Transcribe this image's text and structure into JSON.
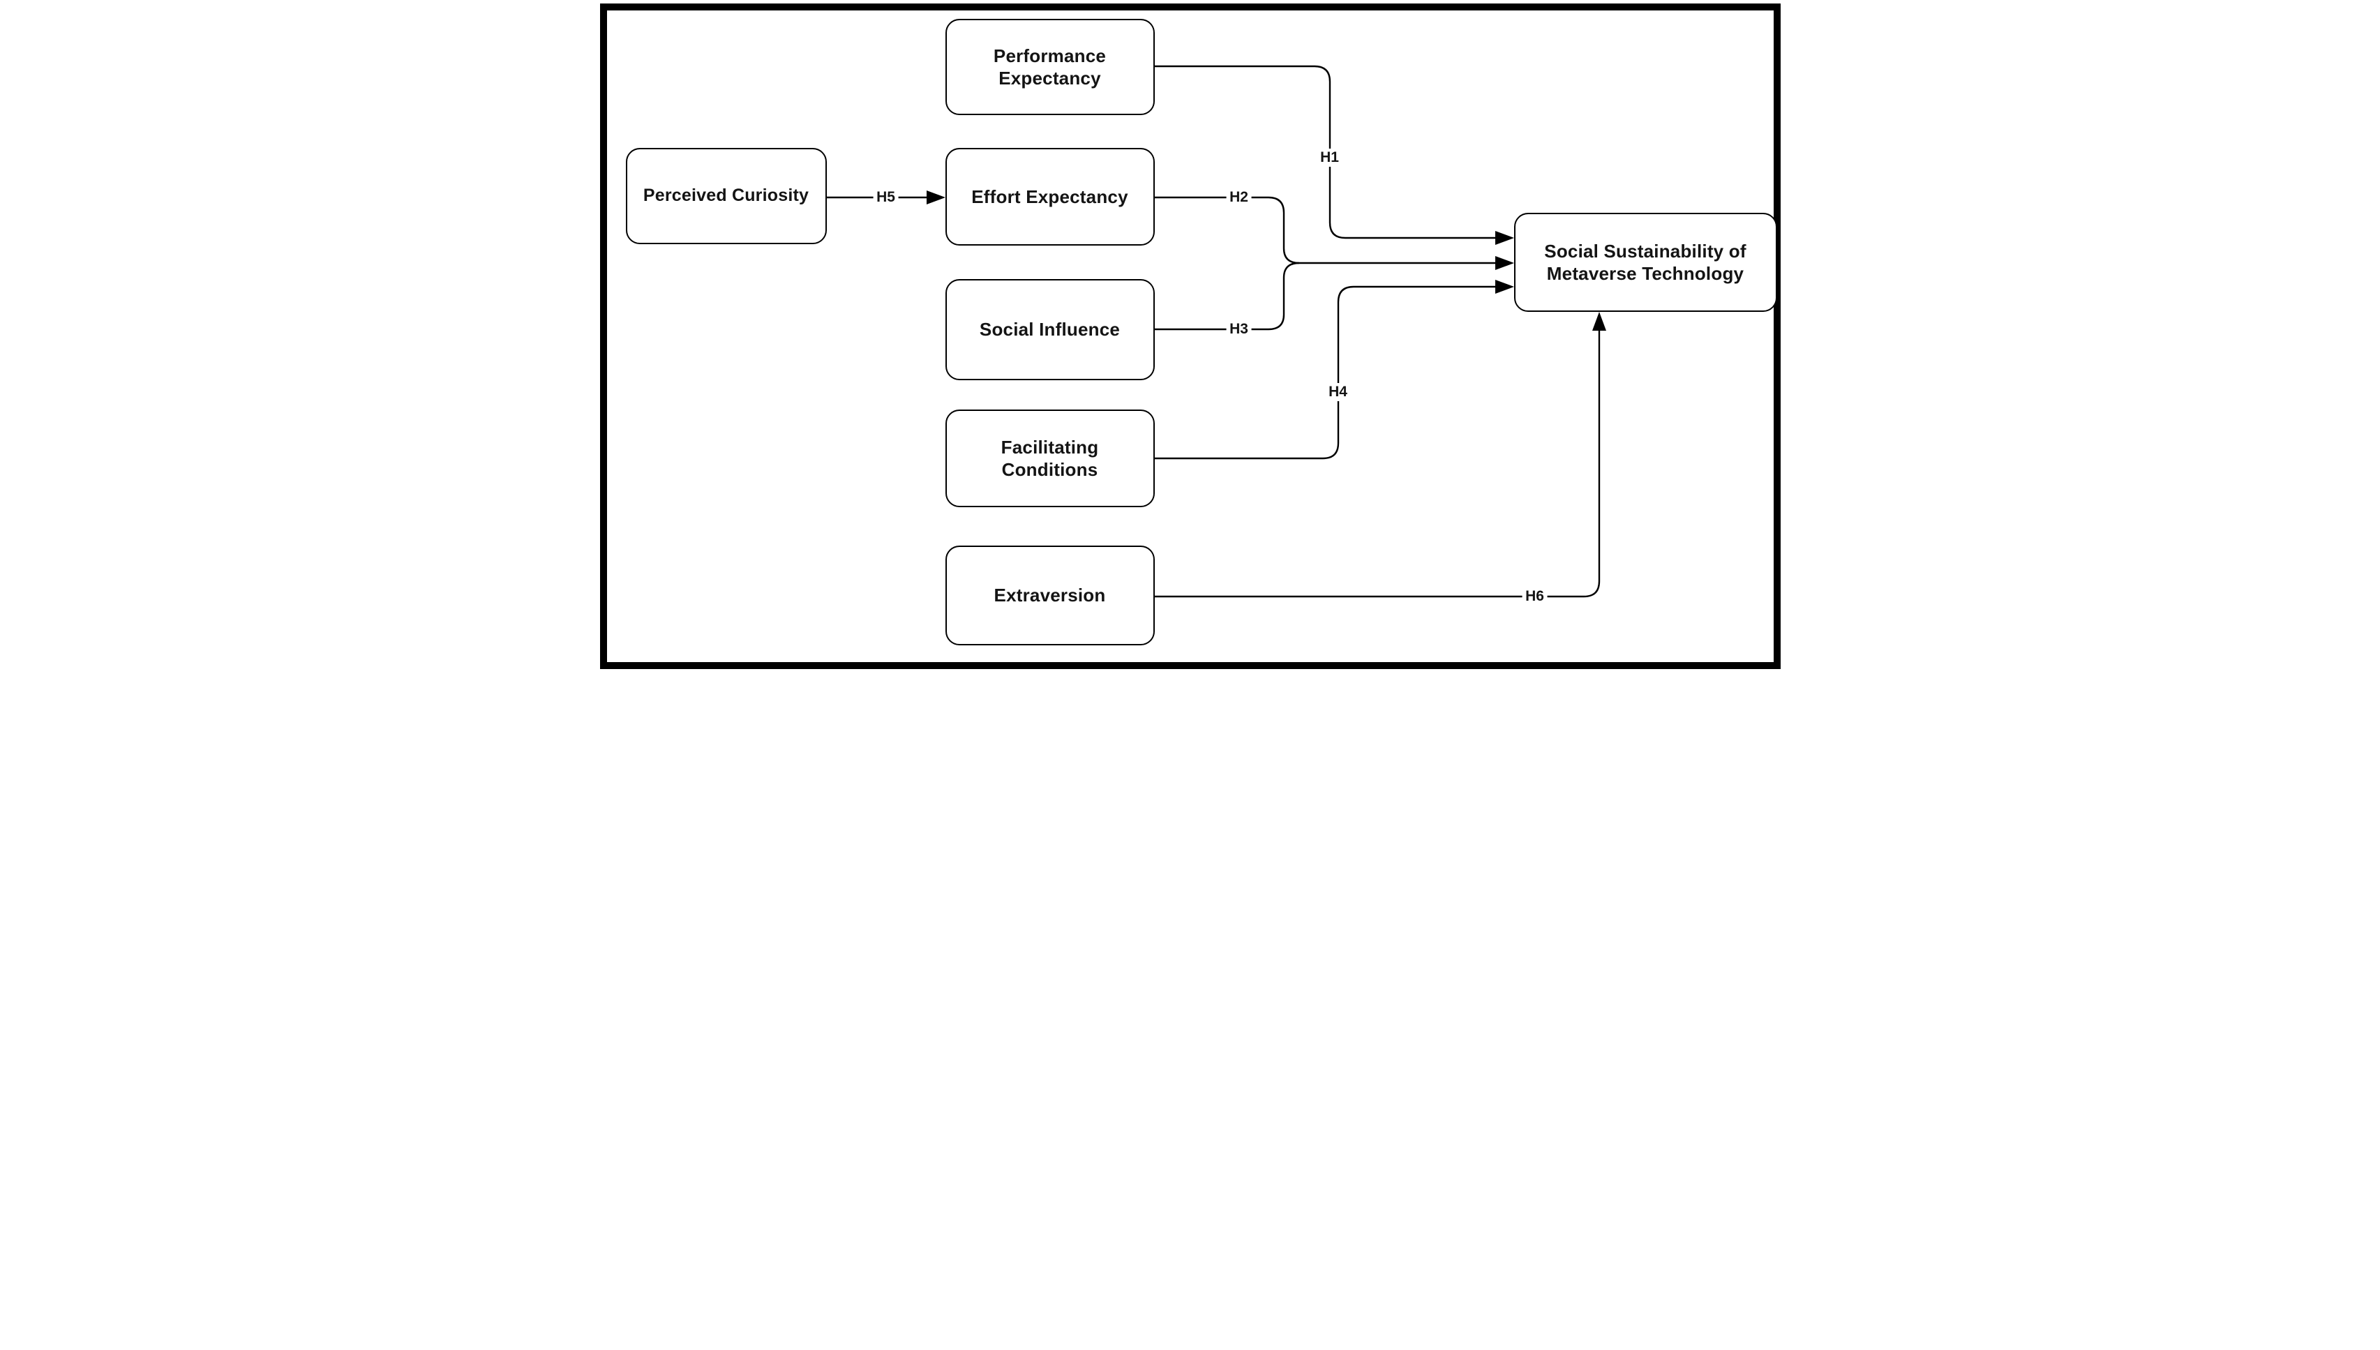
{
  "figure": {
    "kind": "hypothesis-path-model-diagram"
  },
  "nodes": [
    {
      "id": "performance-expectancy",
      "label": "Performance\nExpectancy"
    },
    {
      "id": "perceived-curiosity",
      "label": "Perceived Curiosity"
    },
    {
      "id": "effort-expectancy",
      "label": "Effort Expectancy"
    },
    {
      "id": "social-influence",
      "label": "Social Influence"
    },
    {
      "id": "facilitating-conditions",
      "label": "Facilitating\nConditions"
    },
    {
      "id": "extraversion",
      "label": "Extraversion"
    },
    {
      "id": "social-sustainability",
      "label": "Social Sustainability of\nMetaverse Technology"
    }
  ],
  "edges": [
    {
      "label": "H1",
      "from": "performance-expectancy",
      "to": "social-sustainability"
    },
    {
      "label": "H2",
      "from": "effort-expectancy",
      "to": "social-sustainability"
    },
    {
      "label": "H3",
      "from": "social-influence",
      "to": "social-sustainability"
    },
    {
      "label": "H4",
      "from": "facilitating-conditions",
      "to": "social-sustainability"
    },
    {
      "label": "H5",
      "from": "perceived-curiosity",
      "to": "effort-expectancy"
    },
    {
      "label": "H6",
      "from": "extraversion",
      "to": "social-sustainability"
    }
  ],
  "colors": {
    "line": "#000000",
    "node_border": "#000000",
    "node_fill": "#ffffff",
    "text": "#141414",
    "frame": "#000000",
    "background": "#ffffff"
  }
}
